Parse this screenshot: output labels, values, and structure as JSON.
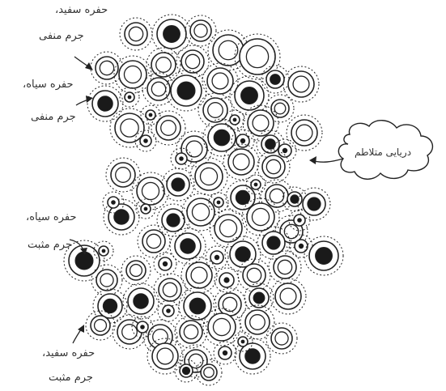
{
  "labels": {
    "white_hole_negative": {
      "line1": "حفره سفید،",
      "line2": "جرم منفی"
    },
    "black_hole_negative": {
      "line1": "حفره سیاه،",
      "line2": "جرم منفی"
    },
    "black_hole_positive": {
      "line1": "حفره سیاه،",
      "line2": "جرم مثبت"
    },
    "white_hole_positive": {
      "line1": "حفره سفید،",
      "line2": "جرم مثبت"
    },
    "turbulent_sea": "دریایی متلاطم"
  },
  "colors": {
    "ink": "#222222",
    "fill_black": "#1a1a1a",
    "paper": "#ffffff"
  }
}
